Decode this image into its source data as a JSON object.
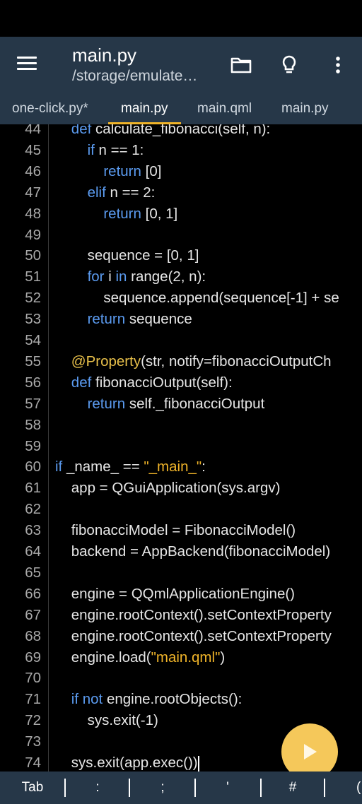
{
  "appbar": {
    "title": "main.py",
    "subtitle": "/storage/emulate…"
  },
  "icons": {
    "menu": "menu-icon",
    "folder": "folder-icon",
    "bulb": "lightbulb-icon",
    "more": "more-vert-icon",
    "run": "play-icon"
  },
  "tabs": [
    {
      "label": "one-click.py*"
    },
    {
      "label": "main.py"
    },
    {
      "label": "main.qml"
    },
    {
      "label": "main.py"
    }
  ],
  "colors": {
    "appbar_bg": "#263748",
    "accent": "#f0b429",
    "keyword": "#5b9bf0",
    "fab": "#f5c85a"
  },
  "editor": {
    "lines": [
      {
        "n": "44",
        "code": "    def calculate_fibonacci(self, n):"
      },
      {
        "n": "45",
        "code": "        if n == 1:"
      },
      {
        "n": "46",
        "code": "            return [0]"
      },
      {
        "n": "47",
        "code": "        elif n == 2:"
      },
      {
        "n": "48",
        "code": "            return [0, 1]"
      },
      {
        "n": "49",
        "code": ""
      },
      {
        "n": "50",
        "code": "        sequence = [0, 1]"
      },
      {
        "n": "51",
        "code": "        for i in range(2, n):"
      },
      {
        "n": "52",
        "code": "            sequence.append(sequence[-1] + se"
      },
      {
        "n": "53",
        "code": "        return sequence"
      },
      {
        "n": "54",
        "code": ""
      },
      {
        "n": "55",
        "code": "    @Property(str, notify=fibonacciOutputCh"
      },
      {
        "n": "56",
        "code": "    def fibonacciOutput(self):"
      },
      {
        "n": "57",
        "code": "        return self._fibonacciOutput"
      },
      {
        "n": "58",
        "code": ""
      },
      {
        "n": "59",
        "code": ""
      },
      {
        "n": "60",
        "code": "if _name_ == \"_main_\":"
      },
      {
        "n": "61",
        "code": "    app = QGuiApplication(sys.argv)"
      },
      {
        "n": "62",
        "code": ""
      },
      {
        "n": "63",
        "code": "    fibonacciModel = FibonacciModel()"
      },
      {
        "n": "64",
        "code": "    backend = AppBackend(fibonacciModel)"
      },
      {
        "n": "65",
        "code": ""
      },
      {
        "n": "66",
        "code": "    engine = QQmlApplicationEngine()"
      },
      {
        "n": "67",
        "code": "    engine.rootContext().setContextProperty"
      },
      {
        "n": "68",
        "code": "    engine.rootContext().setContextProperty"
      },
      {
        "n": "69",
        "code": "    engine.load(\"main.qml\")"
      },
      {
        "n": "70",
        "code": ""
      },
      {
        "n": "71",
        "code": "    if not engine.rootObjects():"
      },
      {
        "n": "72",
        "code": "        sys.exit(-1)"
      },
      {
        "n": "73",
        "code": ""
      },
      {
        "n": "74",
        "code": "    sys.exit(app.exec())"
      }
    ]
  },
  "keybar": {
    "keys": [
      "Tab",
      ":",
      ";",
      "'",
      "#",
      "("
    ]
  }
}
